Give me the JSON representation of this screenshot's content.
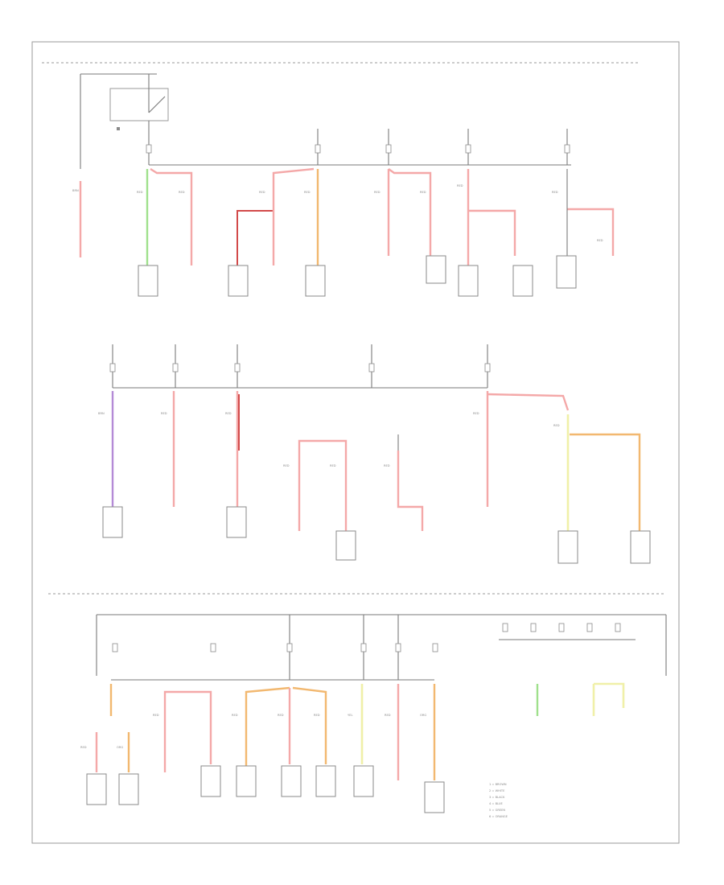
{
  "diagram": {
    "legend": [
      "1 = BROWN",
      "2 = WHITE",
      "3 = BLACK",
      "4 = BLUE",
      "5 = GREEN",
      "6 = ORANGE"
    ],
    "colors": {
      "red": "#f4a8a8",
      "dark_red": "#d24a4a",
      "green": "#9fe08c",
      "orange": "#f2b870",
      "yellow": "#f0f0a8",
      "purple": "#b48ad6",
      "line": "#7a7a7a"
    }
  }
}
